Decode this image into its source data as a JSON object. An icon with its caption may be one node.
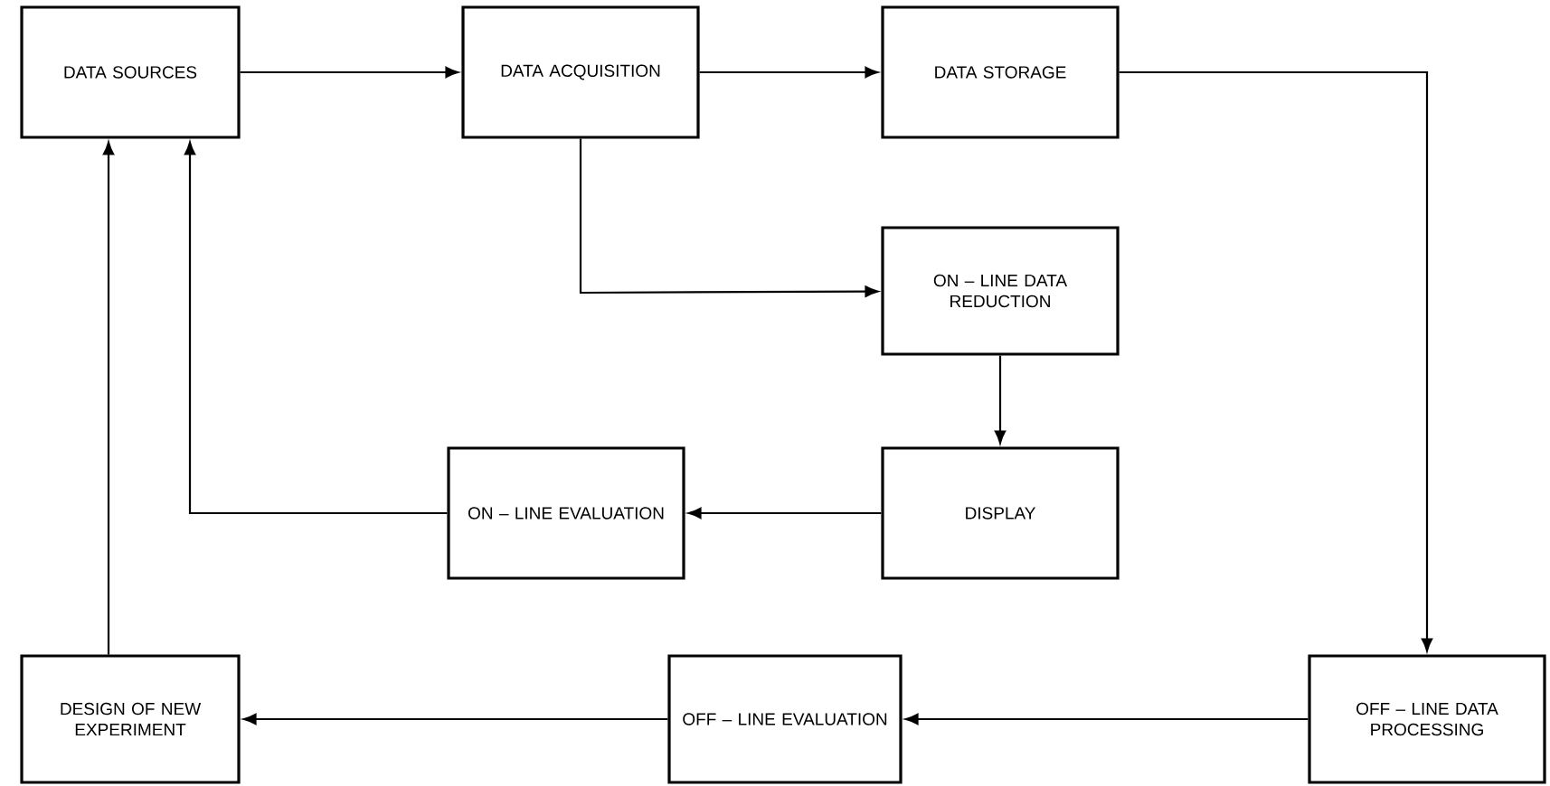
{
  "diagram": {
    "nodes": [
      {
        "text": [
          "DATA SOURCES"
        ]
      },
      {
        "text": [
          "DATA ACQUISITION"
        ]
      },
      {
        "text": [
          "DATA STORAGE"
        ]
      },
      {
        "text": [
          "ON – LINE DATA REDUCTION"
        ]
      },
      {
        "text": [
          "DISPLAY"
        ]
      },
      {
        "text": [
          "ON – LINE EVALUATION"
        ]
      },
      {
        "text": [
          "DESIGN OF NEW EXPERIMENT"
        ]
      },
      {
        "text": [
          "OFF – LINE EVALUATION"
        ]
      },
      {
        "text": [
          "OFF – LINE DATA PROCESSING"
        ]
      }
    ],
    "edges": [
      {
        "from": 0,
        "to": 1,
        "arrow": "to"
      },
      {
        "from": 1,
        "to": 2,
        "arrow": "to"
      },
      {
        "from": 1,
        "to": 3,
        "arrow": "to"
      },
      {
        "from": 2,
        "to": 8,
        "arrow": "to"
      },
      {
        "from": 3,
        "to": 4,
        "arrow": "to"
      },
      {
        "from": 4,
        "to": 5,
        "arrow": "to"
      },
      {
        "from": 5,
        "to": 0,
        "arrow": "to"
      },
      {
        "from": 8,
        "to": 7,
        "arrow": "to"
      },
      {
        "from": 7,
        "to": 6,
        "arrow": "to"
      },
      {
        "from": 6,
        "to": 0,
        "arrow": "to"
      }
    ]
  }
}
